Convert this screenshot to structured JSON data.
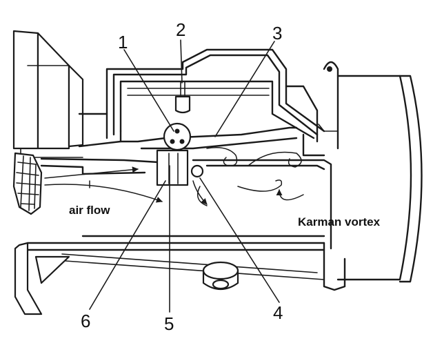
{
  "labels": {
    "n1": "1",
    "n2": "2",
    "n3": "3",
    "n4": "4",
    "n5": "5",
    "n6": "6",
    "air_flow": "air flow",
    "karman_vortex": "Karman vortex"
  },
  "colors": {
    "line": "#1a1a1a",
    "background": "#ffffff",
    "shade": "#d6d6d6"
  }
}
